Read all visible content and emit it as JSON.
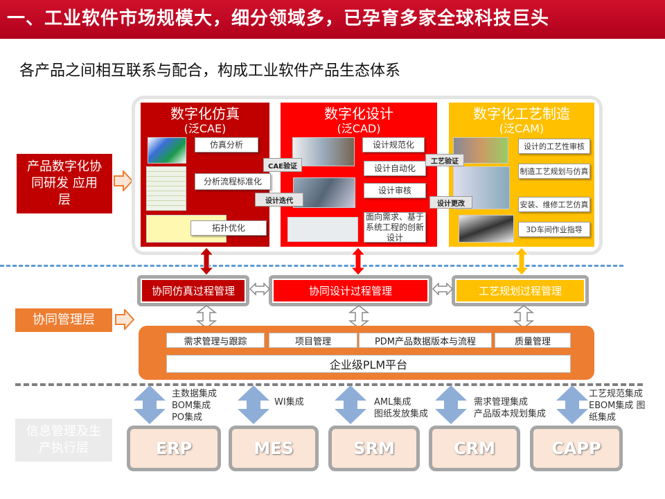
{
  "header": {
    "title": "一、工业软件市场规模大，细分领域多，已孕育多家全球科技巨头"
  },
  "subtitle": "各产品之间相互联系与配合，构成工业软件产品生态体系",
  "layers": {
    "app": "产品数字化协同研发 应用层",
    "mgmt": "协同管理层",
    "info": "信息管理及生产执行层"
  },
  "panels": [
    {
      "title": "数字化仿真",
      "sub": "(泛CAE)",
      "items": [
        "仿真分析",
        "分析流程标准化",
        "拓扑优化"
      ]
    },
    {
      "title": "数字化设计",
      "sub": "(泛CAD)",
      "items": [
        "设计规范化",
        "设计自动化",
        "设计审核",
        "面向需求、基于系统工程的创新设计"
      ]
    },
    {
      "title": "数字化工艺制造",
      "sub": "(泛CAM)",
      "items": [
        "设计的工艺性审核",
        "制造工艺规划与仿真",
        "安装、维修工艺仿真",
        "3D车间作业指导"
      ]
    }
  ],
  "flows": {
    "cae_verify": "CAE验证",
    "design_iter": "设计迭代",
    "process_verify": "工艺验证",
    "design_change": "设计更改"
  },
  "process": [
    "协同仿真过程管理",
    "协同设计过程管理",
    "工艺规划过程管理"
  ],
  "plm": {
    "cells": [
      "需求管理与跟踪",
      "项目管理",
      "PDM产品数据版本与流程",
      "质量管理"
    ],
    "platform": "企业级PLM平台"
  },
  "systems": [
    {
      "name": "ERP",
      "integration": [
        "主数据集成",
        "BOM集成",
        "PO集成"
      ]
    },
    {
      "name": "MES",
      "integration": [
        "WI集成"
      ]
    },
    {
      "name": "SRM",
      "integration": [
        "AML集成",
        "图纸发放集成"
      ]
    },
    {
      "name": "CRM",
      "integration": [
        "需求管理集成",
        "产品版本规划集成"
      ]
    },
    {
      "name": "CAPP",
      "integration": [
        "工艺规范集成",
        "EBOM集成 图",
        "纸集成"
      ]
    }
  ],
  "colors": {
    "darkred": "#c00000",
    "red": "#ff0000",
    "yellow": "#ffc000",
    "orange": "#ed7d31",
    "blue": "#8eaed8"
  }
}
